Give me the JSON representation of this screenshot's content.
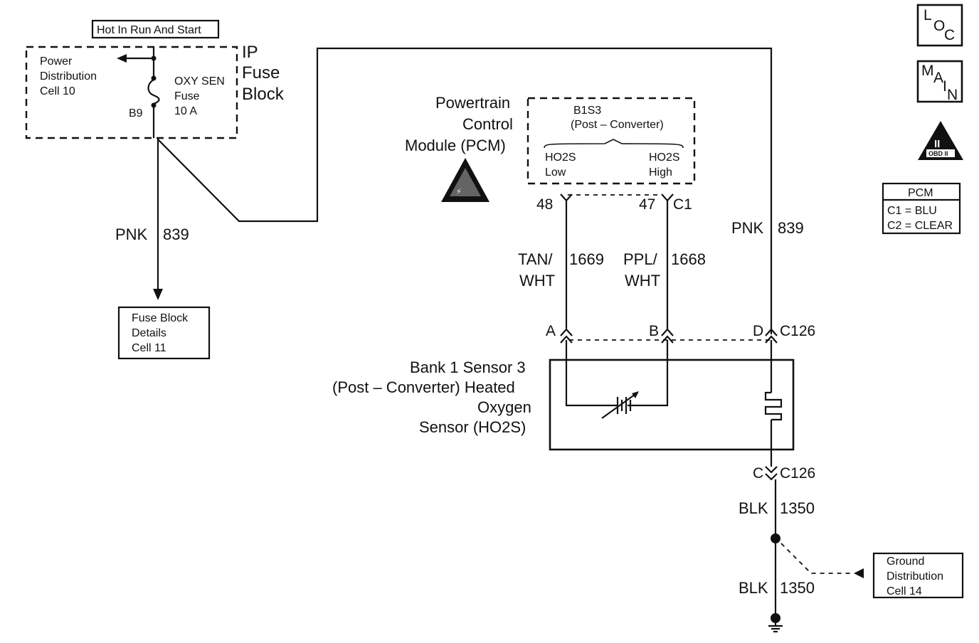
{
  "header": {
    "hot_label": "Hot In Run And Start"
  },
  "fuse_block": {
    "power_dist": [
      "Power",
      "Distribution",
      "Cell 10"
    ],
    "fuse": [
      "OXY SEN",
      "Fuse",
      "10 A"
    ],
    "terminal": "B9",
    "block": [
      "IP",
      "Fuse",
      "Block"
    ]
  },
  "wires": {
    "left_color": "PNK",
    "left_num": "839",
    "right_color": "PNK",
    "right_num": "839",
    "tan_color": [
      "TAN/",
      "WHT"
    ],
    "tan_num": "1669",
    "ppl_color": [
      "PPL/",
      "WHT"
    ],
    "ppl_num": "1668",
    "blk1_color": "BLK",
    "blk1_num": "1350",
    "blk2_color": "BLK",
    "blk2_num": "1350"
  },
  "fuse_details": [
    "Fuse Block",
    "Details",
    "Cell 11"
  ],
  "pcm": {
    "name": [
      "Powertrain",
      "Control",
      "Module (PCM)"
    ],
    "b1s3": "B1S3",
    "post_conv": "(Post – Converter)",
    "low": [
      "HO2S",
      "Low"
    ],
    "high": [
      "HO2S",
      "High"
    ],
    "pin48": "48",
    "pin47": "47",
    "c1": "C1"
  },
  "connector_c126": {
    "a": "A",
    "b": "B",
    "d": "D",
    "c": "C",
    "name_top": "C126",
    "name_bot": "C126"
  },
  "sensor": [
    "Bank 1 Sensor 3",
    "(Post – Converter) Heated",
    "Oxygen",
    "Sensor (HO2S)"
  ],
  "ground": [
    "Ground",
    "Distribution",
    "Cell 14"
  ],
  "nav": {
    "loc": [
      "L",
      "O",
      "C"
    ],
    "main": [
      "M",
      "A",
      "I",
      "N"
    ],
    "obd": [
      "II",
      "OBD II"
    ]
  },
  "pcm_legend": {
    "title": "PCM",
    "c1": "C1 = BLU",
    "c2": "C2 = CLEAR"
  }
}
